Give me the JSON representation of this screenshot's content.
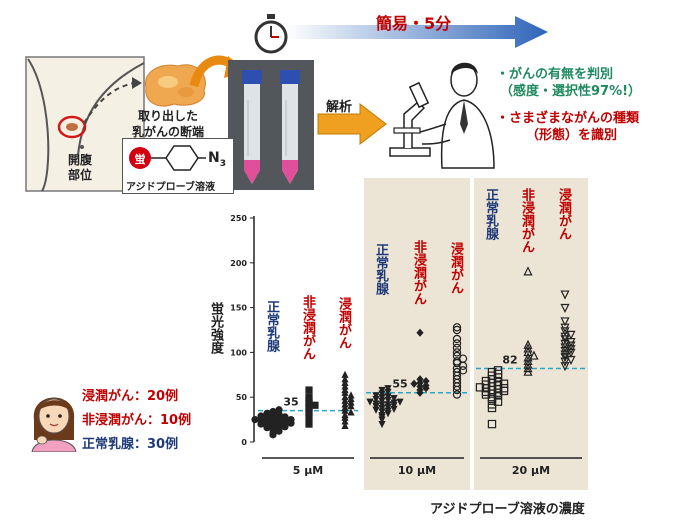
{
  "header": {
    "arrow_label": "簡易・5分"
  },
  "procedure": {
    "tumor_label_line1": "取り出した",
    "tumor_label_line2": "乳がんの断端",
    "incision_label_line1": "開腹",
    "incision_label_line2": "部位",
    "probe_badge": "蛍",
    "probe_n3": "N",
    "probe_n3_sub": "3",
    "probe_label": "アジドプローブ溶液",
    "analysis_label": "解析"
  },
  "results": {
    "line1": "・がんの有無を判別",
    "line2": "（感度・選択性97%!）",
    "line3": "・さまざまながんの種類",
    "line4": "（形態）を識別"
  },
  "cases": {
    "invasive": "浸潤がん：20例",
    "noninvasive": "非浸潤がん：10例",
    "normal": "正常乳腺：30例"
  },
  "colors": {
    "red": "#c00000",
    "blue": "#1f3a78",
    "highlight": "#ece5d5",
    "threshold": "#2aa6c8"
  },
  "chart_data": {
    "type": "scatter",
    "ylabel": "蛍光強度",
    "xlabel": "アジドプローブ溶液の濃度",
    "ylim": [
      0,
      250
    ],
    "yticks": [
      0,
      50,
      100,
      150,
      200,
      250
    ],
    "group_labels": [
      "正常乳腺",
      "非浸潤がん",
      "浸潤がん"
    ],
    "concentrations": [
      {
        "label": "5 μM",
        "threshold": 35,
        "highlight": false,
        "series": [
          {
            "marker": "circle",
            "values": [
              8,
              10,
              12,
              14,
              15,
              16,
              17,
              18,
              18,
              19,
              20,
              20,
              21,
              22,
              22,
              23,
              23,
              24,
              25,
              25,
              26,
              27,
              28,
              28,
              29,
              30,
              31,
              32,
              34,
              36
            ]
          },
          {
            "marker": "square",
            "values": [
              20,
              28,
              33,
              37,
              39,
              41,
              43,
              46,
              50,
              58
            ]
          },
          {
            "marker": "triangle",
            "values": [
              18,
              23,
              27,
              30,
              33,
              35,
              38,
              40,
              42,
              44,
              46,
              48,
              50,
              52,
              55,
              58,
              62,
              66,
              70,
              75
            ]
          }
        ]
      },
      {
        "label": "10 μM",
        "threshold": 55,
        "highlight": true,
        "series": [
          {
            "marker": "triangle-down",
            "values": [
              20,
              25,
              28,
              30,
              32,
              34,
              35,
              36,
              37,
              38,
              39,
              40,
              41,
              42,
              42,
              43,
              44,
              45,
              45,
              46,
              47,
              48,
              49,
              50,
              51,
              52,
              54,
              56,
              58,
              60
            ]
          },
          {
            "marker": "diamond",
            "values": [
              55,
              58,
              60,
              62,
              63,
              65,
              66,
              68,
              70,
              122
            ]
          },
          {
            "marker": "circle-open",
            "values": [
              53,
              58,
              62,
              66,
              70,
              74,
              78,
              80,
              82,
              85,
              88,
              90,
              93,
              96,
              100,
              105,
              110,
              115,
              125,
              128
            ]
          }
        ]
      },
      {
        "label": "20 μM",
        "threshold": 82,
        "highlight": true,
        "series": [
          {
            "marker": "square-open",
            "values": [
              20,
              38,
              42,
              45,
              48,
              50,
              52,
              53,
              54,
              55,
              56,
              57,
              58,
              59,
              60,
              60,
              61,
              62,
              63,
              64,
              65,
              66,
              67,
              68,
              70,
              72,
              74,
              76,
              78,
              80
            ]
          },
          {
            "marker": "triangle-open",
            "values": [
              78,
              82,
              86,
              90,
              94,
              96,
              100,
              104,
              108,
              190
            ]
          },
          {
            "marker": "triangle-down-open",
            "values": [
              85,
              90,
              92,
              95,
              98,
              100,
              102,
              104,
              106,
              108,
              110,
              112,
              115,
              118,
              120,
              124,
              128,
              135,
              150,
              165
            ]
          }
        ]
      }
    ]
  }
}
